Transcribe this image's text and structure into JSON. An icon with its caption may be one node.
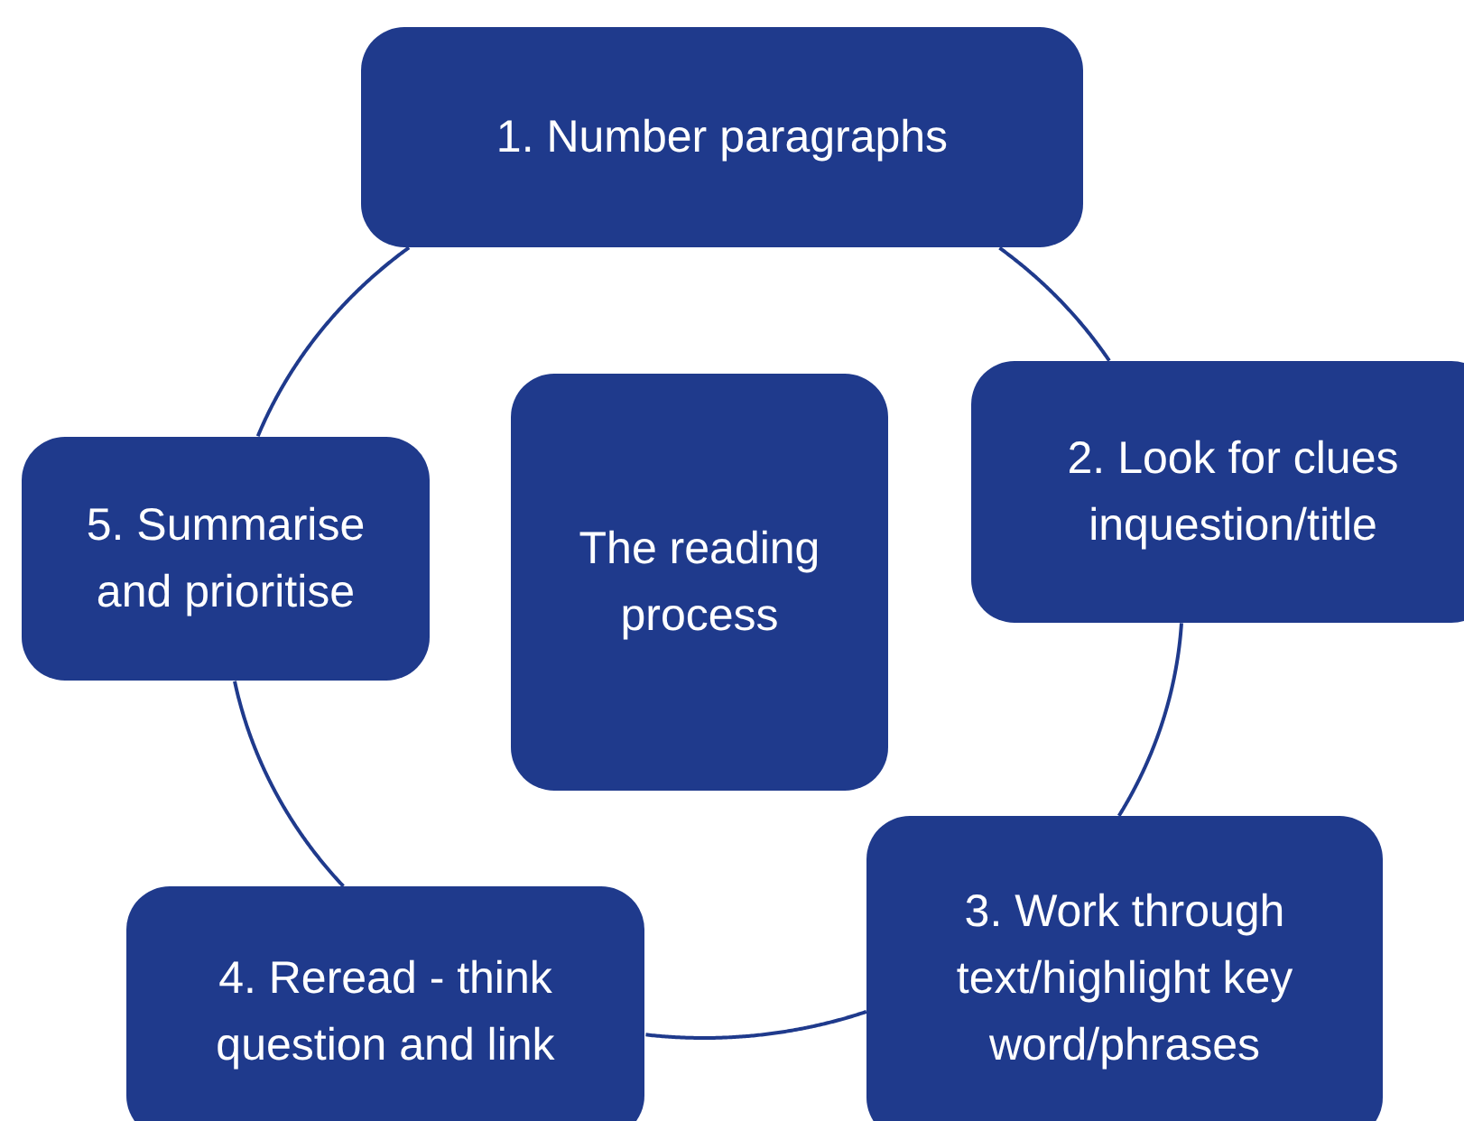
{
  "diagram": {
    "nodes": [
      {
        "text": [
          "1. Number paragraphs"
        ]
      },
      {
        "text": [
          "2. Look for clues inquestion/title"
        ]
      },
      {
        "text": [
          "3. Work through text/highlight key word/phrases"
        ]
      },
      {
        "text": [
          "4. Reread - think question and link"
        ]
      },
      {
        "text": [
          "5. Summarise and prioritise"
        ]
      },
      {
        "text": [
          "The reading process"
        ]
      }
    ],
    "edges": [
      {
        "from": 0,
        "to": 1,
        "arrow": "none"
      },
      {
        "from": 1,
        "to": 2,
        "arrow": "none"
      },
      {
        "from": 2,
        "to": 3,
        "arrow": "none"
      },
      {
        "from": 3,
        "to": 4,
        "arrow": "none"
      },
      {
        "from": 4,
        "to": 0,
        "arrow": "none"
      }
    ]
  }
}
